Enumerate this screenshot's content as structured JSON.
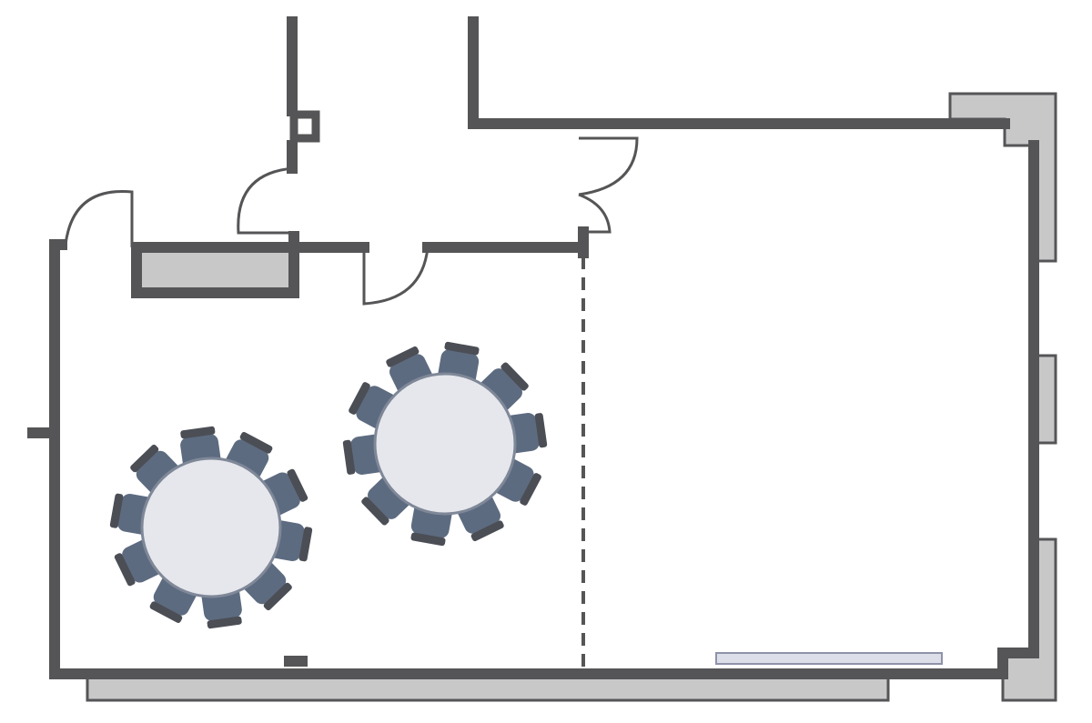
{
  "floorplan": {
    "colors": {
      "background": "#ffffff",
      "wall": "#555557",
      "wall_fill": "#c9c8c9",
      "chair": "#5d6b80",
      "chair_back": "#4b4e55",
      "table": "#e6e7ec",
      "table_edge": "#7f8898",
      "window_strip": "#dcdfe8",
      "window_edge": "#8e93a8"
    },
    "tables": [
      {
        "name": "round-table-left",
        "shape": "round",
        "seats": 10
      },
      {
        "name": "round-table-right",
        "shape": "round",
        "seats": 10
      }
    ],
    "divider": {
      "style": "dashed"
    }
  }
}
